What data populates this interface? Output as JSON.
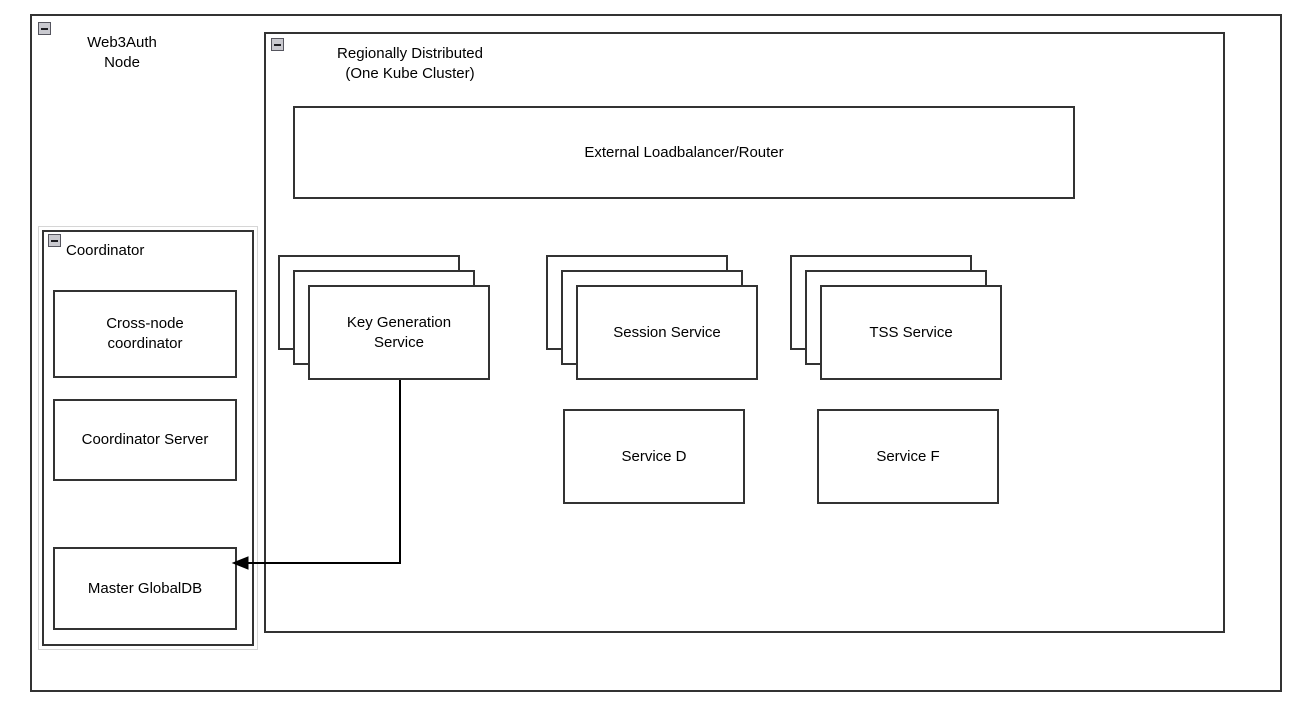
{
  "diagram": {
    "title": "Web3Auth Node Architecture",
    "background": "#ffffff",
    "stroke_color": "#333333",
    "text_color": "#000000"
  },
  "outer_container": {
    "label": "Web3Auth\nNode",
    "collapse_icon": "minus-collapse-icon"
  },
  "cluster_container": {
    "label": "Regionally Distributed\n(One Kube Cluster)",
    "collapse_icon": "minus-collapse-icon"
  },
  "coordinator_container": {
    "label": "Coordinator",
    "collapse_icon": "minus-collapse-icon",
    "children": [
      {
        "label": "Cross-node\ncoordinator"
      },
      {
        "label": "Coordinator Server"
      },
      {
        "label": "Master GlobalDB"
      }
    ]
  },
  "loadbalancer": {
    "label": "External Loadbalancer/Router"
  },
  "stacked_services": [
    {
      "label": "Key Generation\nService",
      "instances": 3
    },
    {
      "label": "Session Service",
      "instances": 3
    },
    {
      "label": "TSS Service",
      "instances": 3
    }
  ],
  "plain_services": [
    {
      "label": "Service D"
    },
    {
      "label": "Service F"
    }
  ],
  "connections": [
    {
      "from": "Key Generation Service",
      "to": "Master GlobalDB",
      "arrow": "end",
      "style": "orthogonal"
    }
  ]
}
